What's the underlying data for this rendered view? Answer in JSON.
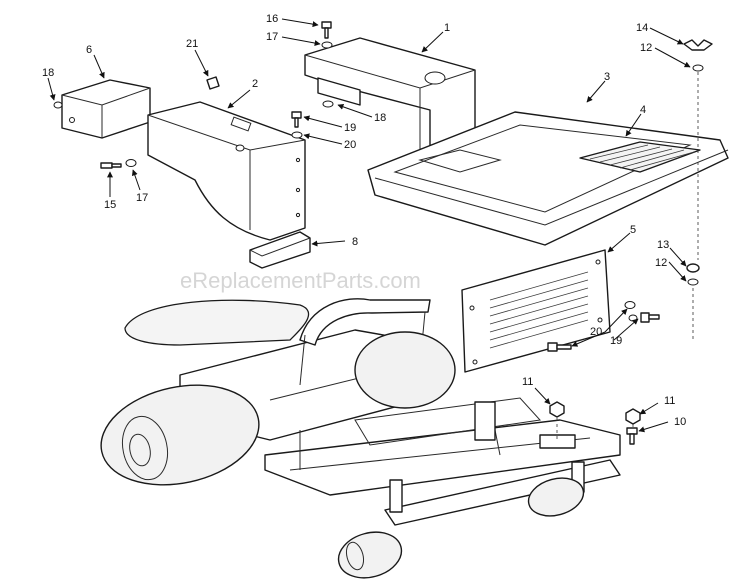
{
  "watermark": "eReplacementParts.com",
  "callouts": {
    "c1": "1",
    "c2": "2",
    "c3": "3",
    "c4": "4",
    "c5": "5",
    "c6": "6",
    "c8": "8",
    "c10": "10",
    "c11a": "11",
    "c11b": "11",
    "c12a": "12",
    "c12b": "12",
    "c13": "13",
    "c14": "14",
    "c15": "15",
    "c16": "16",
    "c17a": "17",
    "c17b": "17",
    "c18a": "18",
    "c18b": "18",
    "c19a": "19",
    "c19b": "19",
    "c20a": "20",
    "c20b": "20",
    "c21": "21"
  }
}
